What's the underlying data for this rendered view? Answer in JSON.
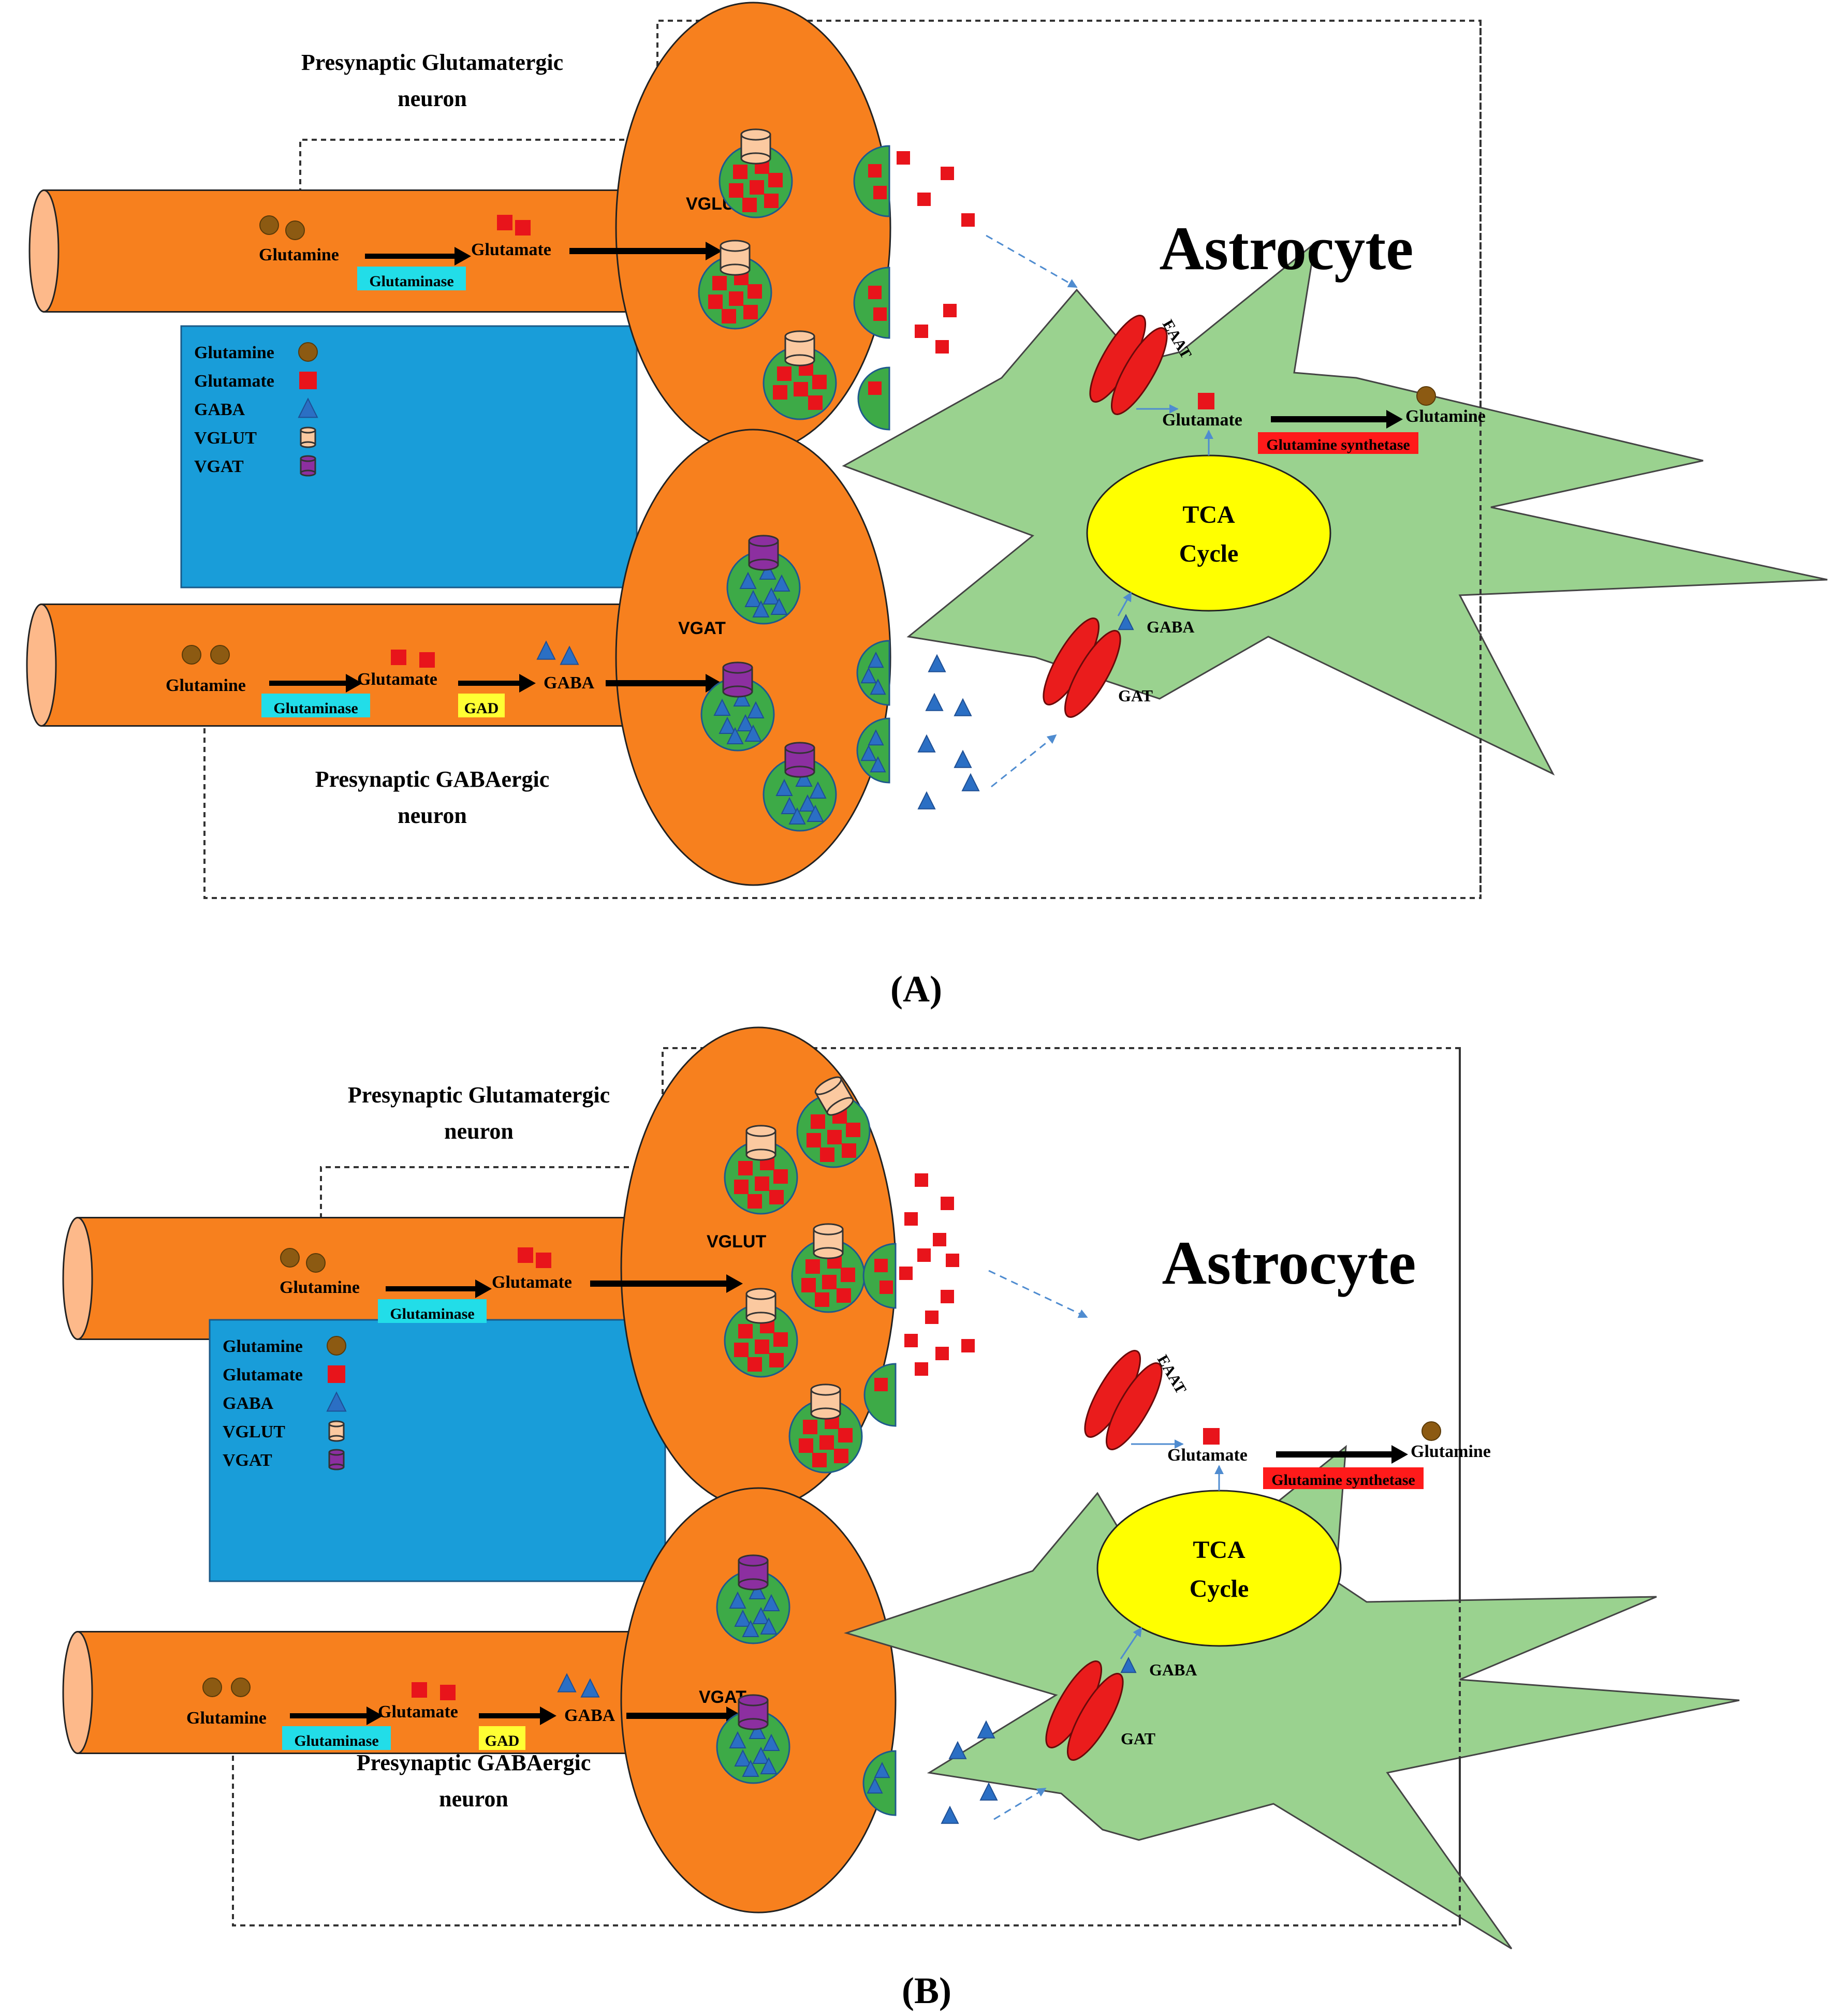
{
  "colors": {
    "neuron": "#F7801E",
    "neuron_end": "#FDB98A",
    "astrocyte": "#9AD28F",
    "vesicle": "#3DAA47",
    "glutamate": "#E8141B",
    "glutamine": "#8C5A12",
    "gaba": "#2B6FC4",
    "vglut": "#FBC9A0",
    "vgat": "#8C2FA0",
    "legend_bg": "#199DD9",
    "tca": "#FFFF00",
    "transporter": "#EA1C1C",
    "enzyme_cyan": "#22DDE8",
    "enzyme_yellow": "#FFFF33",
    "enzyme_red": "#FF1A1A"
  },
  "labels": {
    "glut_neuron": [
      "Presynaptic Glutamatergic",
      "neuron"
    ],
    "gaba_neuron": [
      "Presynaptic GABAergic",
      "neuron"
    ],
    "astrocyte": "Astrocyte",
    "glutamine": "Glutamine",
    "glutamate": "Glutamate",
    "gaba": "GABA",
    "glutaminase": "Glutaminase",
    "gad": "GAD",
    "vglut": "VGLUT",
    "vgat": "VGAT",
    "eaat": "EAAT",
    "gat": "GAT",
    "tca": [
      "TCA",
      "Cycle"
    ],
    "glutamine_synthetase": "Glutamine synthetase"
  },
  "legend": [
    {
      "label": "Glutamine",
      "icon": "glutamine-circle-icon"
    },
    {
      "label": "Glutamate",
      "icon": "glutamate-square-icon"
    },
    {
      "label": "GABA",
      "icon": "gaba-triangle-icon"
    },
    {
      "label": "VGLUT",
      "icon": "vglut-cylinder-icon"
    },
    {
      "label": "VGAT",
      "icon": "vgat-cylinder-icon"
    }
  ],
  "panels": [
    {
      "id": "A",
      "caption": "(A)"
    },
    {
      "id": "B",
      "caption": "(B)"
    }
  ]
}
